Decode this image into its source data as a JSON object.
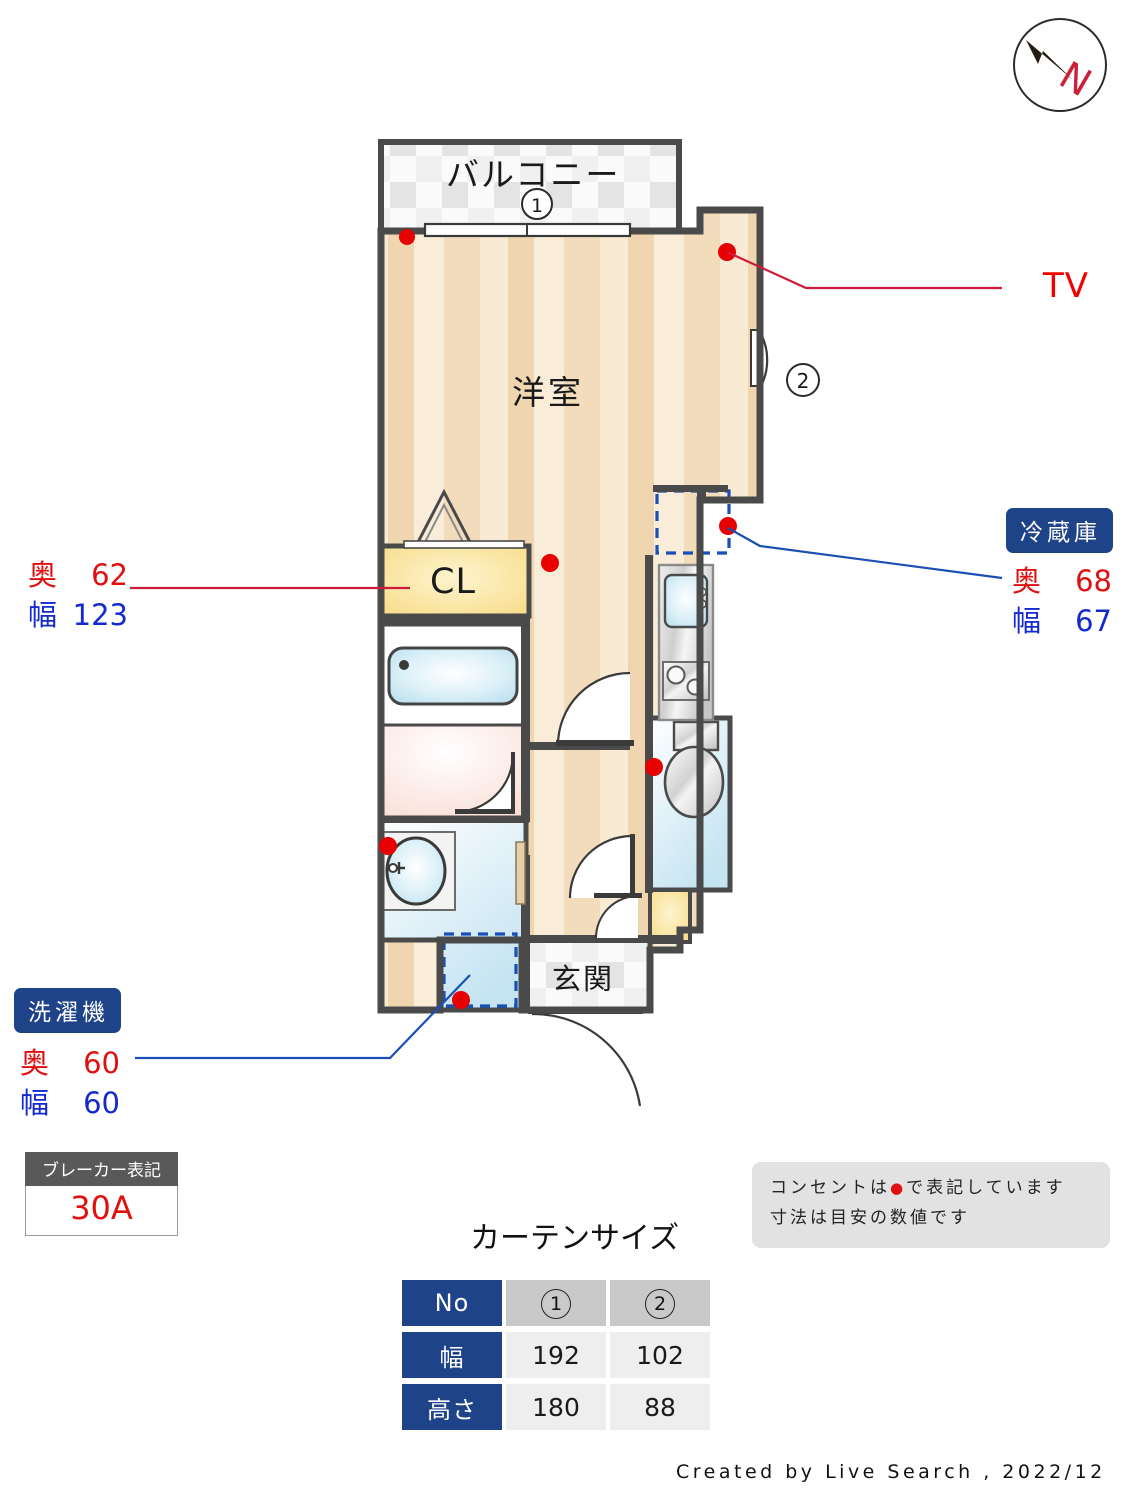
{
  "compass": {
    "north_letter": "N"
  },
  "plan": {
    "rooms": [
      {
        "id": "balcony",
        "label": "バルコニー"
      },
      {
        "id": "main-room",
        "label": "洋室"
      },
      {
        "id": "closet",
        "label": "CL"
      },
      {
        "id": "entrance",
        "label": "玄関"
      }
    ],
    "window_markers": [
      {
        "id": "window-1",
        "number": "1"
      },
      {
        "id": "window-2",
        "number": "2"
      }
    ]
  },
  "annotations": {
    "tv": {
      "label": "TV",
      "color": "#f20000"
    },
    "closet": {
      "depth_label": "奥",
      "depth_value": "62",
      "width_label": "幅",
      "width_value": "123"
    },
    "refrigerator": {
      "title": "冷蔵庫",
      "depth_label": "奥",
      "depth_value": "68",
      "width_label": "幅",
      "width_value": "67"
    },
    "washer": {
      "title": "洗濯機",
      "depth_label": "奥",
      "depth_value": "60",
      "width_label": "幅",
      "width_value": "60"
    }
  },
  "breaker": {
    "title": "ブレーカー表記",
    "value": "30A"
  },
  "note": {
    "line1_before": "コンセントは",
    "line1_after": "で表記しています",
    "line2": "寸法は目安の数値です"
  },
  "curtain": {
    "title": "カーテンサイズ",
    "row_headers": [
      "No",
      "幅",
      "高さ"
    ],
    "columns": [
      "1",
      "2"
    ],
    "width_values": [
      "192",
      "102"
    ],
    "height_values": [
      "180",
      "88"
    ]
  },
  "footer": {
    "credit": "Created by Live Search , 2022/12"
  },
  "colors": {
    "wall": "#4a4a4a",
    "floor_wood": "#f4dcbd",
    "tile": "#f2f2f2",
    "water": "#d6ecf7",
    "bath_floor": "#fbe8e4",
    "closet_yellow": "#fae8a8",
    "accent_blue": "#1f4389",
    "outlet_red": "#e60000"
  }
}
